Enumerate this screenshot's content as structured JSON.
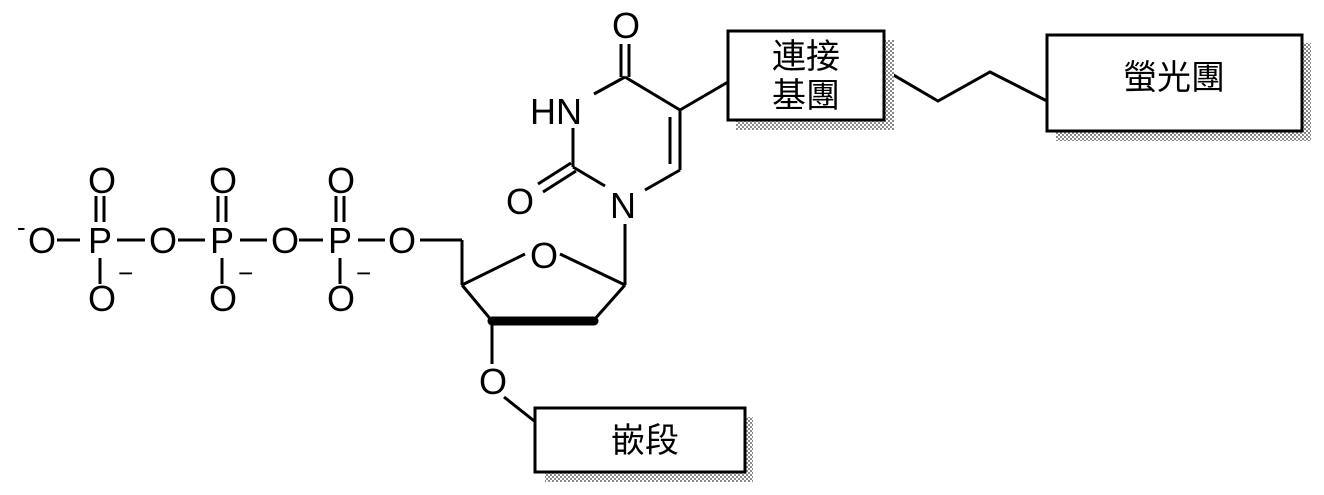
{
  "atoms": {
    "o": "O",
    "p": "P",
    "n": "N",
    "hn": "HN",
    "minus": "−",
    "neg": "-"
  },
  "boxes": {
    "linker_line1": "連接",
    "linker_line2": "基團",
    "fluorophore": "螢光團",
    "insert": "嵌段"
  },
  "colors": {
    "line": "#000000",
    "background": "#ffffff",
    "shadow": "#9a9a9a"
  }
}
